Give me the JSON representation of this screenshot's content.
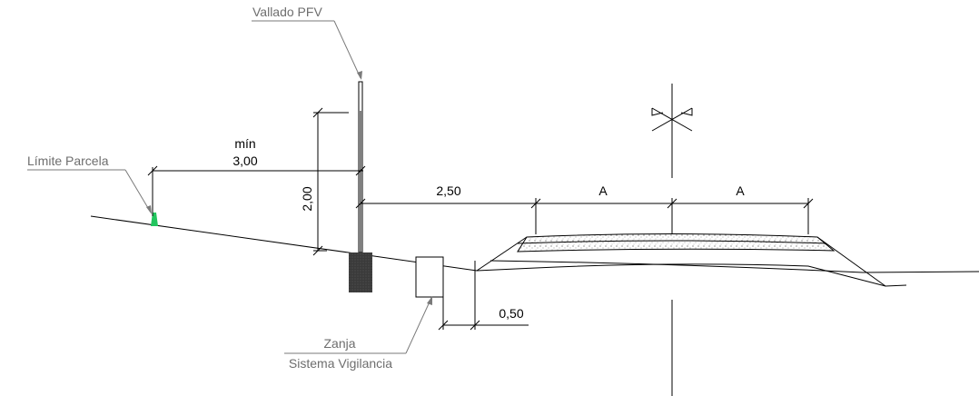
{
  "labels": {
    "vallado": "Vallado PFV",
    "limite": "Límite Parcela",
    "min": "mín",
    "dim_300": "3,00",
    "dim_200": "2,00",
    "dim_250": "2,50",
    "dim_a_left": "A",
    "dim_a_right": "A",
    "dim_050": "0,50",
    "zanja_line1": "Zanja",
    "zanja_line2": "Sistema Vigilancia"
  },
  "colors": {
    "line": "#000000",
    "leader": "#7a7a7a",
    "boundary_marker": "#22c55e",
    "footing": "#3a3a3a"
  }
}
